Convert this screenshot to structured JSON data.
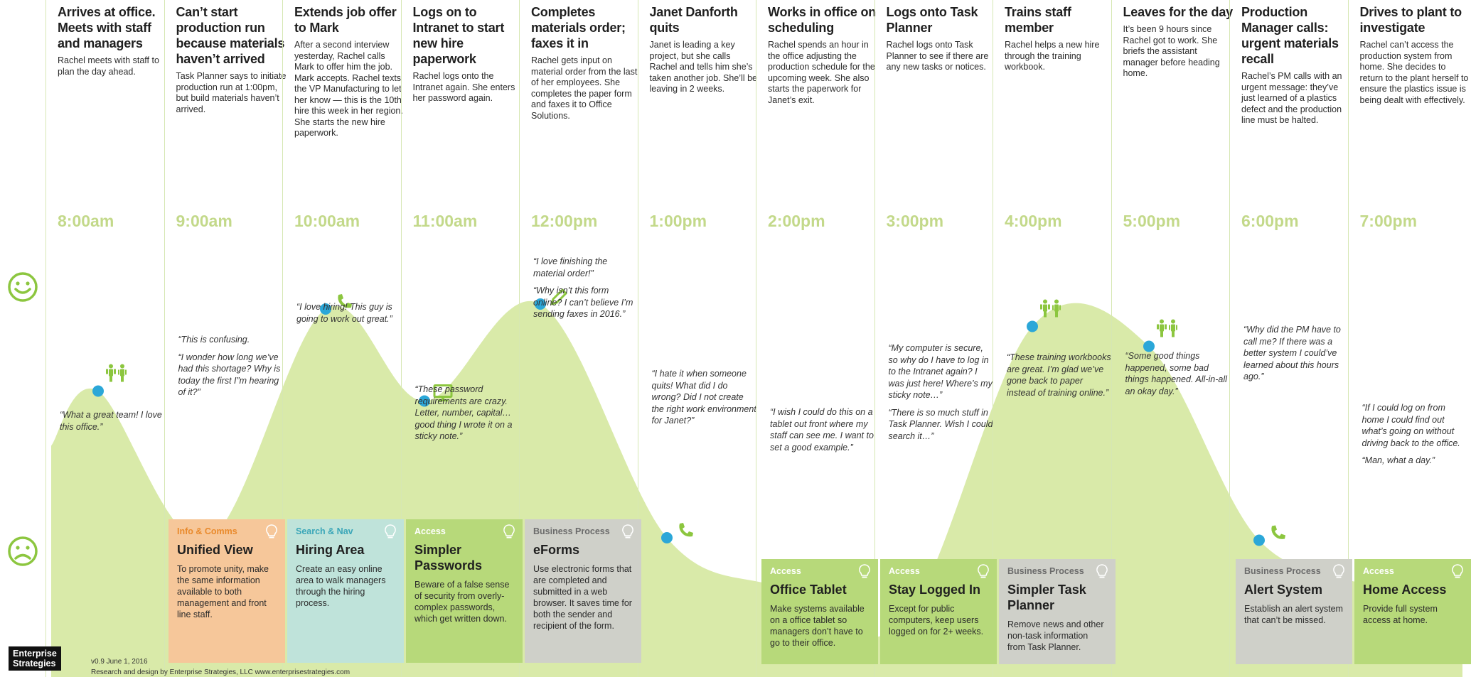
{
  "columns": [
    {
      "title": "Arrives at office. Meets with staff and managers",
      "desc": "Rachel meets with staff to plan the day ahead.",
      "time": "8:00am",
      "quotes": [
        "“What a great team! I love this office.”"
      ]
    },
    {
      "title": "Can’t start production run because materials haven’t arrived",
      "desc": "Task Planner says to initiate production run at 1:00pm, but build materials haven’t arrived.",
      "time": "9:00am",
      "quotes": [
        "“This is confusing.",
        "“I wonder how long we’ve had this shortage? Why is today the first I”m hearing of it?”"
      ]
    },
    {
      "title": "Extends job offer to Mark",
      "desc": "After a second interview yesterday, Rachel calls Mark to offer him the job. Mark accepts. Rachel texts the VP Manufacturing to let her know — this is the 10th hire this week in her region. She starts the new hire paperwork.",
      "time": "10:00am",
      "quotes": [
        "“I love hiring! This guy is going to work out great.”"
      ]
    },
    {
      "title": "Logs on to Intranet to start new hire paperwork",
      "desc": "Rachel logs onto the Intranet again. She enters her password again.",
      "time": "11:00am",
      "quotes": [
        "“These password requirements are crazy. Letter, number, capital… good thing I wrote it on a sticky note.”"
      ]
    },
    {
      "title": "Completes materials order; faxes it in",
      "desc": "Rachel gets input on material order from the last of her employees. She completes the paper form and faxes it to Office Solutions.",
      "time": "12:00pm",
      "quotes": [
        "“I love finishing the material order!”",
        "“Why isn’t this form online? I can’t believe I’m sending faxes in 2016.”"
      ]
    },
    {
      "title": "Janet Danforth quits",
      "desc": "Janet is leading a key project, but she calls Rachel and tells him she’s taken another job. She’ll be leaving in 2 weeks.",
      "time": "1:00pm",
      "quotes": [
        "“I hate it when someone quits! What did I do wrong?  Did I not create the right work environment for Janet?”"
      ]
    },
    {
      "title": "Works in office on scheduling",
      "desc": "Rachel spends an hour in the office adjusting the production schedule for the upcoming week. She also starts the paperwork for Janet’s exit.",
      "time": "2:00pm",
      "quotes": [
        "“I wish I could do this on a tablet out front where my staff can see me. I want to set a good example.”"
      ]
    },
    {
      "title": "Logs onto Task Planner",
      "desc": "Rachel logs onto Task Planner to see if there are any new tasks or notices.",
      "time": "3:00pm",
      "quotes": [
        "“My computer is secure, so why do I have to log in to the Intranet again? I was just here! Where’s my sticky note…”",
        "“There is so much stuff in Task Planner. Wish I could search it…”"
      ]
    },
    {
      "title": "Trains staff member",
      "desc": "Rachel helps a new hire through the training workbook.",
      "time": "4:00pm",
      "quotes": [
        "“These training workbooks are great. I’m glad we’ve gone back to paper instead of training online.”"
      ]
    },
    {
      "title": "Leaves for the day",
      "desc": "It’s been 9 hours since Rachel got to work. She briefs the assistant manager before heading home.",
      "time": "5:00pm",
      "quotes": [
        "“Some good things happened, some bad things happened. All-in-all an okay day.”"
      ]
    },
    {
      "title": "Production Manager calls: urgent materials recall",
      "desc": "Rachel’s PM calls with an urgent message: they’ve just learned of a plastics defect and the production line must be halted.",
      "time": "6:00pm",
      "quotes": [
        "“Why did the PM have to call me? If there was a better system I could’ve learned about this hours ago.”"
      ]
    },
    {
      "title": "Drives to plant to investigate",
      "desc": "Rachel can’t access the production system from home. She decides to return to the plant herself to ensure the plastics issue is being dealt with effectively.",
      "time": "7:00pm",
      "quotes": [
        "“If I could log on from home I could find out what’s going on without driving back to the office.",
        "“Man, what a day.”"
      ]
    }
  ],
  "cards": [
    {
      "category": "Info & Comms",
      "title": "Unified View",
      "desc": "To promote unity, make the same information available to both management and front line staff.",
      "color": "#f6c79a",
      "catColor": "#e98a2c"
    },
    {
      "category": "Search & Nav",
      "title": "Hiring Area",
      "desc": "Create an easy online area to walk managers through the hiring process.",
      "color": "#bfe3da",
      "catColor": "#3aa6b8"
    },
    {
      "category": "Access",
      "title": "Simpler Passwords",
      "desc": "Beware of a false sense of security from overly-complex passwords, which get written down.",
      "color": "#b7d97a",
      "catColor": "#ffffff"
    },
    {
      "category": "Business Process",
      "title": "eForms",
      "desc": "Use electronic forms that are completed and submitted in a web browser. It saves time for both the sender and recipient of the form.",
      "color": "#cfd0c9",
      "catColor": "#6b6b6b"
    },
    {
      "category": "Access",
      "title": "Office Tablet",
      "desc": "Make systems available on a office tablet so managers don’t have to go to their office.",
      "color": "#b7d97a",
      "catColor": "#ffffff"
    },
    {
      "category": "Access",
      "title": "Stay Logged In",
      "desc": "Except for public computers, keep users logged on for 2+ weeks.",
      "color": "#b7d97a",
      "catColor": "#ffffff"
    },
    {
      "category": "Business Process",
      "title": "Simpler Task Planner",
      "desc": "Remove news and other non-task information from Task Planner.",
      "color": "#cfd0c9",
      "catColor": "#6b6b6b"
    },
    {
      "category": "Business Process",
      "title": "Alert System",
      "desc": "Establish an alert system that can’t be missed.",
      "color": "#cfd0c9",
      "catColor": "#6b6b6b"
    },
    {
      "category": "Access",
      "title": "Home Access",
      "desc": "Provide full system access at home.",
      "color": "#b7d97a",
      "catColor": "#ffffff"
    }
  ],
  "emotion_levels": [
    0.17,
    -0.43,
    0.5,
    0.13,
    0.52,
    -0.42,
    -0.62,
    -0.76,
    0.43,
    0.35,
    -0.43,
    -0.63
  ],
  "icons": [
    "people-icon",
    "monitor-icon",
    "phone-icon",
    "monitor-icon",
    "pencil-icon",
    "phone-icon",
    "monitor-icon",
    "monitor-icon",
    "people-icon",
    "people-icon",
    "phone-icon",
    "car-icon"
  ],
  "colors": {
    "curve_fill": "#d9eaa9",
    "marker": "#2ba7d8",
    "icon": "#8cc63f",
    "face": "#8cc63f",
    "divider": "#d6e7b3",
    "time": "#c3d98a"
  },
  "footer": {
    "logo_line1": "Enterprise",
    "logo_line2": "Strategies",
    "version": "v0.9 June 1, 2016",
    "credit": "Research and design by Enterprise Strategies, LLC  www.enterprisestrategies.com"
  }
}
